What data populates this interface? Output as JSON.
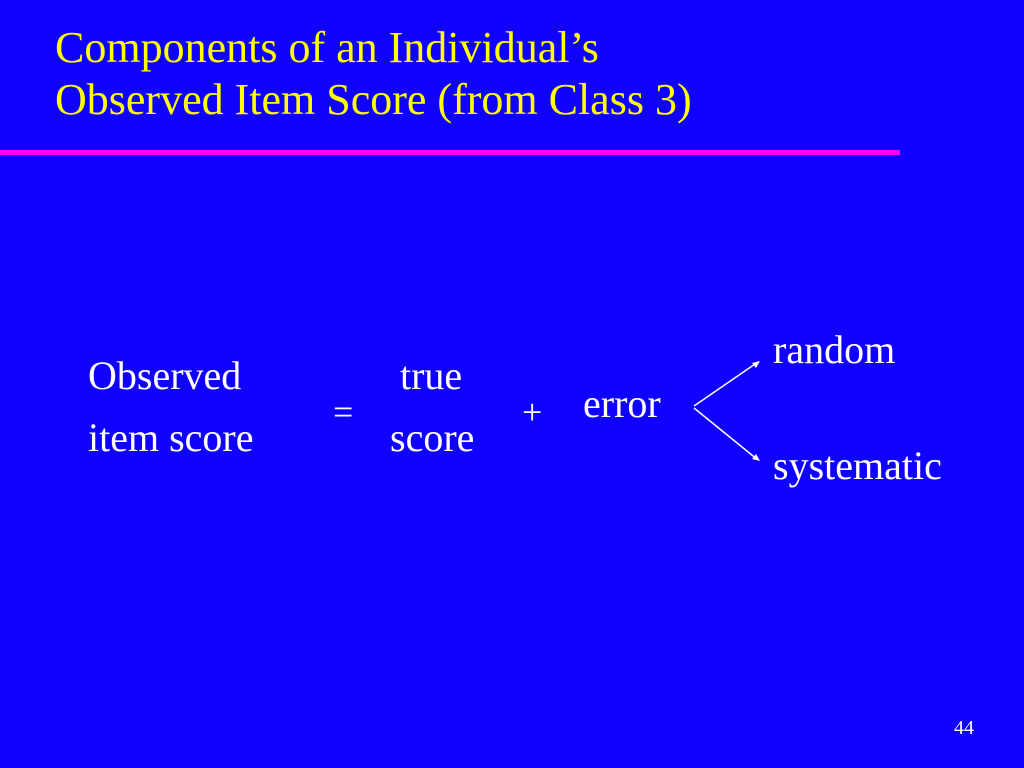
{
  "slide": {
    "title_line1": "Components of an Individual’s",
    "title_line2": "Observed Item Score (from Class 3)",
    "observed_line1": "Observed",
    "observed_line2": "item score",
    "equals": "=",
    "true_line1": "true",
    "true_line2": "score",
    "plus": "+",
    "error": "error",
    "random": "random",
    "systematic": "systematic",
    "page_number": "44"
  },
  "colors": {
    "background": "#0f00ff",
    "title": "#ffff00",
    "rule": "#ff00ff",
    "text": "#ffffff"
  }
}
